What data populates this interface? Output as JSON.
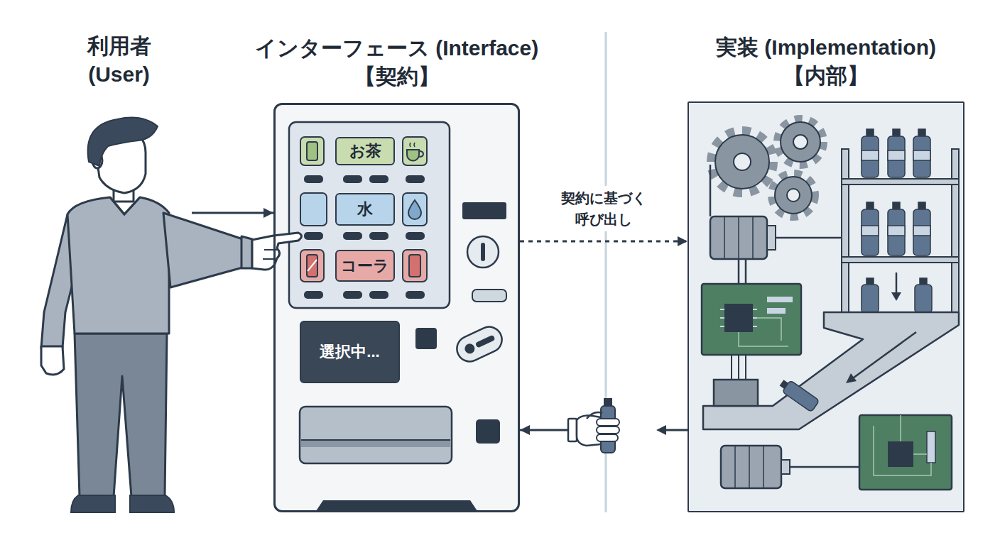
{
  "diagram": {
    "nodes": [
      {
        "text": [
          "利用者 (User)"
        ]
      },
      {
        "text": [
          "インターフェース (Interface) 【契約】"
        ]
      },
      {
        "text": [
          "お茶"
        ],
        "in": 1
      },
      {
        "text": [
          "水"
        ],
        "in": 1
      },
      {
        "text": [
          "コーラ"
        ],
        "in": 1
      },
      {
        "text": [
          "選択中..."
        ],
        "in": 1
      },
      {
        "text": [
          "実装 (Implementation) 【内部】"
        ]
      }
    ],
    "edges": [
      {
        "from": 0,
        "to": 1,
        "arrow": "to"
      },
      {
        "from": 1,
        "to": 6,
        "label": "契約に基づく 呼び出し",
        "arrow": "to"
      },
      {
        "from": 6,
        "to": 1,
        "arrow": "to"
      }
    ]
  }
}
